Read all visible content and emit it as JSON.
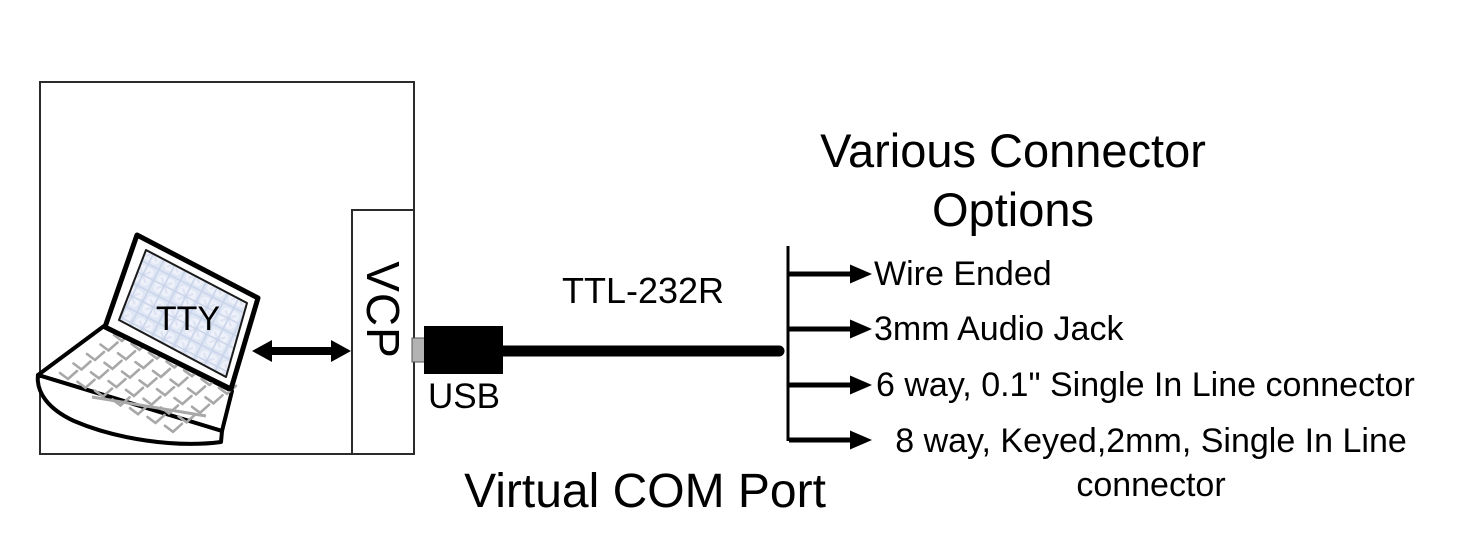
{
  "diagram": {
    "computer": {
      "screen_label": "TTY"
    },
    "vcp_box": {
      "label": "VCP"
    },
    "usb_label": "USB",
    "cable_label": "TTL-232R",
    "caption": "Virtual COM Port",
    "options": {
      "title_line1": "Various Connector",
      "title_line2": "Options",
      "items": [
        {
          "label": "Wire Ended"
        },
        {
          "label": "3mm Audio Jack"
        },
        {
          "label": "6 way, 0.1\" Single In Line connector"
        },
        {
          "label": "8 way, Keyed,2mm, Single In Line",
          "label_line2": "connector"
        }
      ]
    },
    "colors": {
      "line": "#000000",
      "box_border": "#2b2b2b",
      "screen_base": "#dfe6f4",
      "screen_grid": "#c9d4ea",
      "screen_light": "#eef1f9",
      "key_gray": "#a8a8a8",
      "usb_plug_gray": "#b3b3b3"
    }
  }
}
